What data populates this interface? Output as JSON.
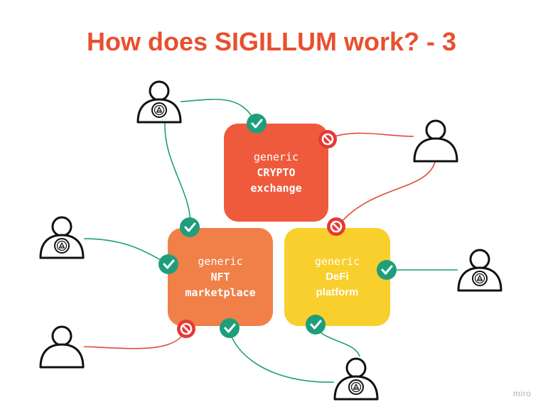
{
  "title": "How does SIGILLUM work? - 3",
  "watermark": "miro",
  "colors": {
    "title": "#e8502e",
    "crypto": "#f05a3c",
    "nft": "#f08048",
    "defi": "#f8cf2c",
    "allowed_line": "#1f9e7c",
    "blocked_line": "#e04a3a",
    "check_badge": "#1f9e7c",
    "block_badge": "#e53935"
  },
  "platforms": {
    "crypto": {
      "line1": "generic",
      "line2": "CRYPTO",
      "line3": "exchange"
    },
    "nft": {
      "line1": "generic",
      "line2": "NFT",
      "line3": "marketplace"
    },
    "defi": {
      "line1": "generic",
      "line2": "DeFi",
      "line3": "platform"
    }
  },
  "users": [
    {
      "id": "top-left",
      "verified": true
    },
    {
      "id": "top-right",
      "verified": false
    },
    {
      "id": "middle-left",
      "verified": true
    },
    {
      "id": "middle-right",
      "verified": true
    },
    {
      "id": "bottom-left",
      "verified": false
    },
    {
      "id": "bottom-center",
      "verified": true
    }
  ],
  "connections": [
    {
      "user": "top-left",
      "platform": "crypto",
      "status": "allowed"
    },
    {
      "user": "top-left",
      "platform": "nft",
      "status": "allowed"
    },
    {
      "user": "top-right",
      "platform": "crypto",
      "status": "blocked"
    },
    {
      "user": "top-right",
      "platform": "defi",
      "status": "blocked"
    },
    {
      "user": "middle-left",
      "platform": "nft",
      "status": "allowed"
    },
    {
      "user": "middle-right",
      "platform": "defi",
      "status": "allowed"
    },
    {
      "user": "bottom-left",
      "platform": "nft",
      "status": "blocked"
    },
    {
      "user": "bottom-center",
      "platform": "nft",
      "status": "allowed"
    },
    {
      "user": "bottom-center",
      "platform": "defi",
      "status": "allowed"
    }
  ],
  "icons": {
    "user": "person-outline-icon",
    "seal": "sigillum-seal-icon",
    "check": "check-badge-icon",
    "block": "blocked-badge-icon"
  }
}
